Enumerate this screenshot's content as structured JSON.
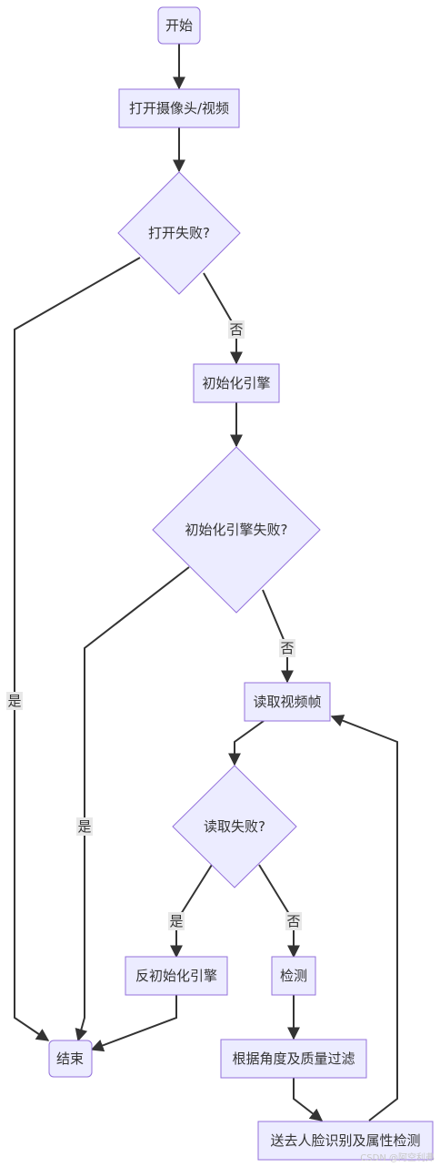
{
  "nodes": {
    "start": "开始",
    "open_camera": "打开摄像头/视频",
    "open_failed": "打开失败?",
    "init_engine": "初始化引擎",
    "init_failed": "初始化引擎失败?",
    "read_frame": "读取视频帧",
    "read_failed": "读取失败?",
    "deinit_engine": "反初始化引擎",
    "detect": "检测",
    "filter": "根据角度及质量过滤",
    "send_recognition": "送去人脸识别及属性检测",
    "end": "结束"
  },
  "edge_labels": {
    "open_no": "否",
    "open_yes": "是",
    "init_no": "否",
    "init_yes": "是",
    "read_yes": "是",
    "read_no": "否"
  },
  "colors": {
    "node_fill": "#ececff",
    "node_stroke": "#9370db",
    "edge": "#333333",
    "label_bg": "#e8e8e8"
  },
  "watermark": "CSDN @阿空利弗"
}
